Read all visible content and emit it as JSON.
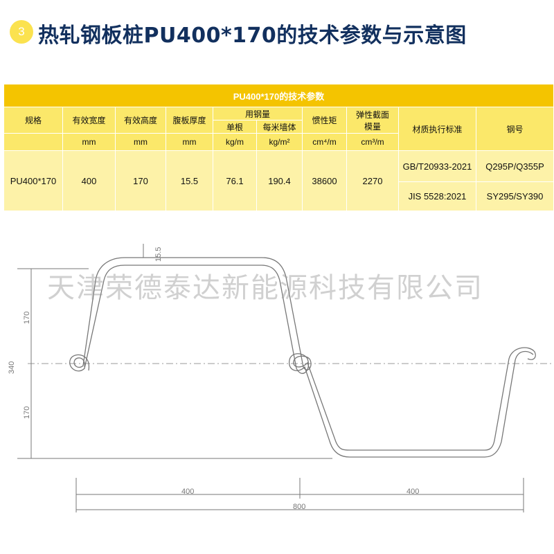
{
  "header": {
    "step_number": "3",
    "title": "热轧钢板桩PU400*170的技术参数与示意图"
  },
  "table": {
    "title": "PU400*170的技术参数",
    "headers": {
      "spec": "规格",
      "effective_width": "有效宽度",
      "effective_height": "有效高度",
      "web_thickness": "腹板厚度",
      "steel_usage": "用钢量",
      "per_pile": "单根",
      "per_meter_wall": "每米墙体",
      "moment_of_inertia": "惯性矩",
      "section_modulus_line1": "弹性截面",
      "section_modulus_line2": "模量",
      "material_standard": "材质执行标准",
      "steel_grade": "钢号"
    },
    "units": {
      "effective_width": "mm",
      "effective_height": "mm",
      "web_thickness": "mm",
      "per_pile": "kg/m",
      "per_meter_wall": "kg/m²",
      "moment_of_inertia": "cm⁴/m",
      "section_modulus": "cm³/m"
    },
    "row": {
      "spec": "PU400*170",
      "effective_width": "400",
      "effective_height": "170",
      "web_thickness": "15.5",
      "per_pile": "76.1",
      "per_meter_wall": "190.4",
      "moment_of_inertia": "38600",
      "section_modulus": "2270",
      "standards": [
        "GB/T20933-2021",
        "JIS 5528:2021"
      ],
      "grades": [
        "Q295P/Q355P",
        "SY295/SY390"
      ]
    }
  },
  "diagram": {
    "thickness_label": "15.5",
    "upper_height_label": "170",
    "total_height_label": "340",
    "lower_height_label": "170",
    "left_width_label": "400",
    "right_width_label": "400",
    "total_width_label": "800",
    "watermark": "天津荣德泰达新能源科技有限公司"
  },
  "colors": {
    "title_text": "#12305e",
    "badge": "#fbe24f",
    "table_title_bg": "#f4c400",
    "table_header_bg": "#fbe86a",
    "table_value_bg": "#fdf2a8",
    "profile_stroke": "#777777"
  }
}
